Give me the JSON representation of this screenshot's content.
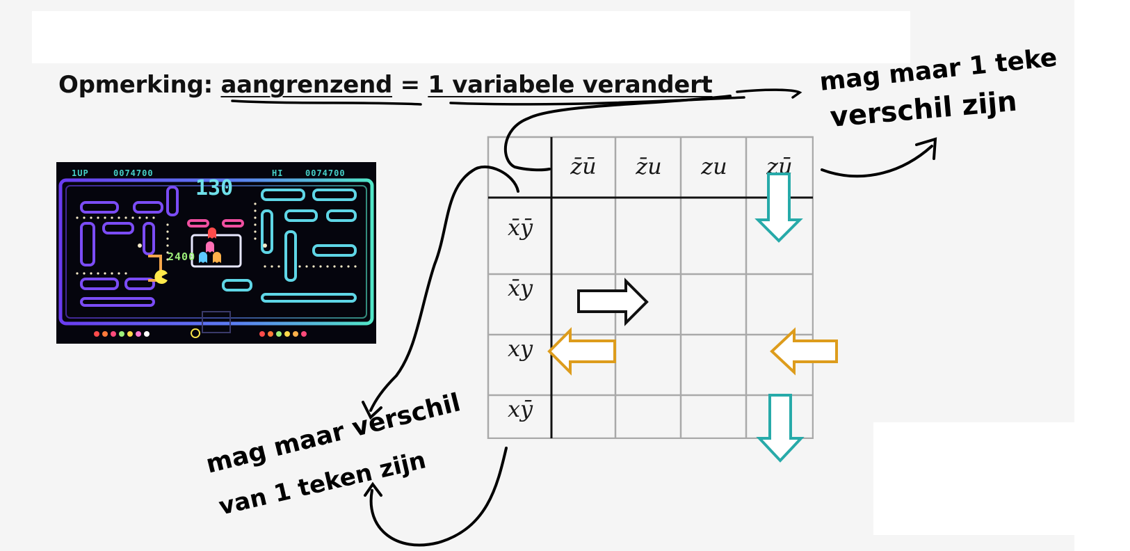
{
  "heading": {
    "prefix": "Opmerking:",
    "term": "aangrenzend",
    "equals": "=",
    "definition": "1 variabele verandert"
  },
  "kmap": {
    "columns": [
      "z̄ū",
      "z̄u",
      "zu",
      "zū"
    ],
    "rows": [
      "x̄ȳ",
      "x̄y",
      "xy",
      "xȳ"
    ]
  },
  "game": {
    "player_label": "1UP",
    "score": "0074700",
    "timer": "130",
    "hi_label": "HI",
    "hi_score": "0074700",
    "bonus": "2400"
  },
  "annotations": {
    "top_right_line1": "mag maar 1 teke",
    "top_right_line2": "verschil zijn",
    "bottom_left_line1": "mag maar verschil",
    "bottom_left_line2": "van 1 teken zijn"
  },
  "colors": {
    "teal_arrow": "#27aaa9",
    "orange_arrow": "#dd9c1c",
    "black_arrow": "#111111",
    "grid": "#a9a9a9"
  }
}
